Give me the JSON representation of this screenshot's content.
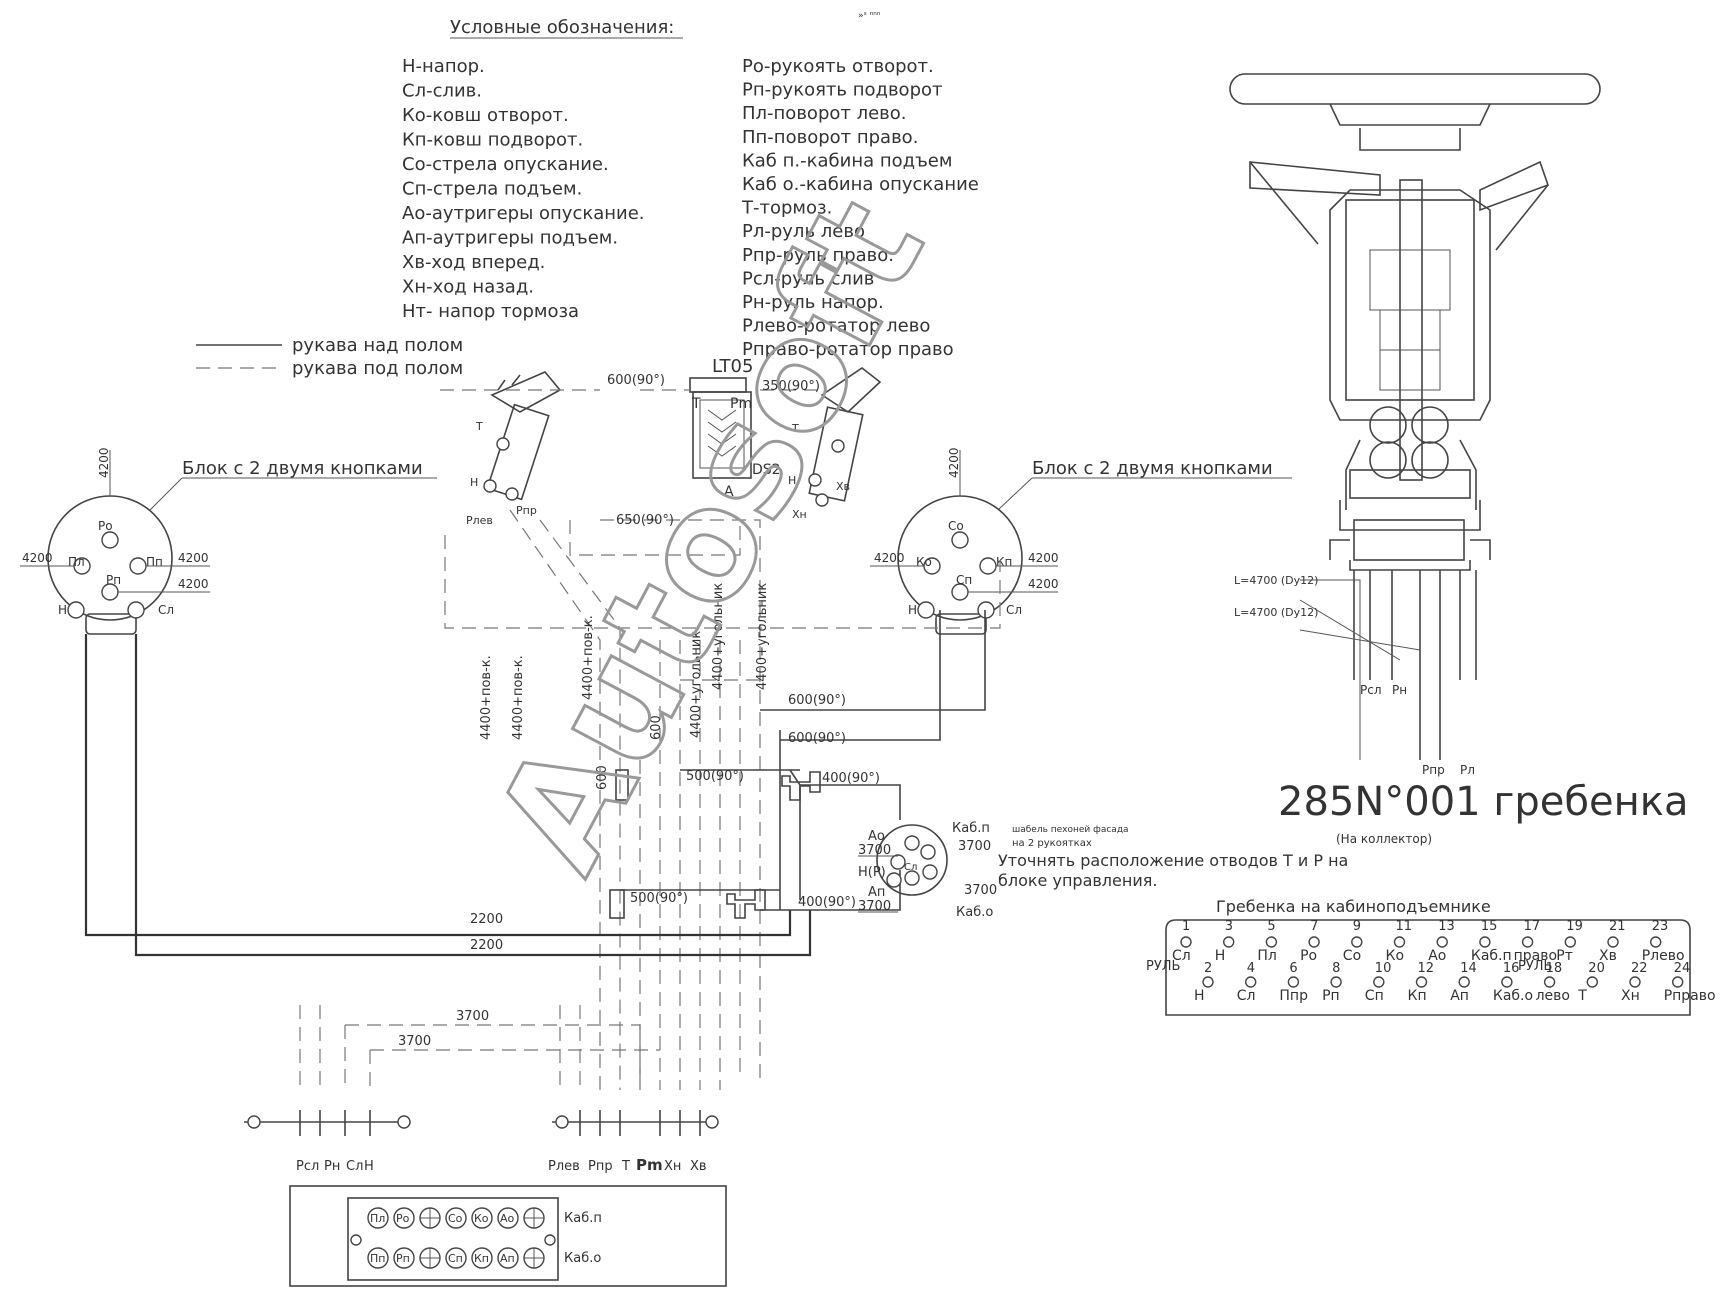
{
  "top_mark": "»ˢ ⁿⁿⁿ",
  "legend": {
    "title": "Условные обозначения:",
    "left": [
      "Н-напор.",
      "Сл-слив.",
      "Ко-ковш отворот.",
      "Кп-ковш подворот.",
      "Со-стрела опускание.",
      "Сп-стрела подъем.",
      "Ао-аутригеры опускание.",
      "Ап-аутригеры подъем.",
      "Хв-ход вперед.",
      "Хн-ход назад.",
      "Нт- напор тормоза"
    ],
    "right": [
      "Ро-рукоять отворот.",
      "Рп-рукоять подворот",
      "Пл-поворот лево.",
      "Пп-поворот право.",
      "Каб п.-кабина подъем",
      "Каб о.-кабина опускание",
      "Т-тормоз.",
      "Рл-руль лево",
      "Рпр-руль право.",
      "Рсл-руль слив",
      "Рн-руль напор.",
      "Рлево-ротатор лево",
      "Рправо-ротатор право"
    ]
  },
  "line_legend": {
    "solid": "рукава над полом",
    "dashed": "рукава под полом"
  },
  "blocks": {
    "left_title": "Блок с 2 двумя кнопками",
    "right_title": "Блок с 2 двумя кнопками",
    "left_ports": {
      "top": "Ро",
      "left": "Пл",
      "right": "Пп",
      "center": "Рп",
      "bl": "Н",
      "br": "Сл"
    },
    "right_ports": {
      "top": "Со",
      "left": "Ко",
      "right": "Кп",
      "center": "Сп",
      "bl": "Н",
      "br": "Сл"
    },
    "dims": {
      "d4200": "4200"
    }
  },
  "valve": {
    "name": "LT05",
    "t": "T",
    "pm": "Pm",
    "ds2": "DS2",
    "a": "A"
  },
  "joysticks": {
    "left_labels": {
      "t": "T",
      "h": "Н",
      "rlev": "Рлев",
      "rpr": "Рпр"
    },
    "right_labels": {
      "t": "T",
      "h": "Н",
      "xv": "Хв",
      "xn": "Хн"
    }
  },
  "dims": {
    "d600_90": "600(90°)",
    "d350_90": "350(90°)",
    "d650_90": "650(90°)",
    "d600_90b": "600(90°)",
    "d600_90c": "600(90°)",
    "d500_90": "500(90°)",
    "d400_90": "400(90°)",
    "d500_90b": "500(90°)",
    "d400_90b": "400(90°)",
    "d600": "600",
    "d600b": "600",
    "d2200": "2200",
    "d2200b": "2200",
    "d3700": "3700",
    "d3700b": "3700",
    "v1": "4400+пов-к.",
    "v2": "4400+пов-к.",
    "v3": "4400+пов-к.",
    "v4": "4400+угольник",
    "v5": "4400+угольник",
    "v6": "4400+угольник"
  },
  "cab_valve": {
    "ao": "Ао",
    "ao_len": "3700",
    "hp": "Н(Р)",
    "ap": "Ап",
    "ap_len": "3700",
    "kabp": "Каб.п",
    "kabp_len": "3700",
    "kabo": "Каб.о",
    "kabo_len": "3700",
    "sl": "Сл",
    "tiny1": "шабель пехоней фасада",
    "tiny2": "на 2 рукоятках",
    "note1": "Уточнять расположение отводов Т и Р на",
    "note2": "блоке управления."
  },
  "bottom_labels": [
    "Рсл",
    "Рн",
    "Сл",
    "Н",
    "Рлев",
    "Рпр",
    "T",
    "Pm",
    "Хн",
    "Хв"
  ],
  "bottom_block": {
    "row1": [
      "Пл",
      "Ро",
      "",
      "Со",
      "Ко",
      "Ао",
      ""
    ],
    "row2": [
      "Пп",
      "Рп",
      "",
      "Сп",
      "Кп",
      "Ап",
      ""
    ],
    "kabp": "Каб.п",
    "kabo": "Каб.о"
  },
  "column": {
    "l1": "L=4700 (Dy12)",
    "l2": "L=4700 (Dy12)",
    "rsl": "Рсл",
    "rn": "Рн",
    "rpr": "Рпр",
    "rl": "Рл"
  },
  "title_block": {
    "title": "285N°001 гребенка",
    "subtitle": "(На коллектор)"
  },
  "manifold": {
    "title": "Гребенка на кабиноподъемнике",
    "rul_left": "РУЛЬ",
    "rul_mid": "РУЛЬ",
    "top_numbers": [
      "1",
      "3",
      "5",
      "7",
      "9",
      "11",
      "13",
      "15",
      "17",
      "19",
      "21",
      "23"
    ],
    "top_labels": [
      "Сл",
      "Н",
      "Пл",
      "Ро",
      "Со",
      "Ко",
      "Ао",
      "Каб.п",
      "право",
      "Рт",
      "Хв",
      "Рлево"
    ],
    "bottom_numbers": [
      "2",
      "4",
      "6",
      "8",
      "10",
      "12",
      "14",
      "16",
      "18",
      "20",
      "22",
      "24"
    ],
    "bottom_labels": [
      "Н",
      "Сл",
      "Ппр",
      "Рп",
      "Сп",
      "Кп",
      "Ап",
      "Каб.о",
      "лево",
      "Т",
      "Хн",
      "Рправо"
    ]
  },
  "watermark": "Autosoft"
}
